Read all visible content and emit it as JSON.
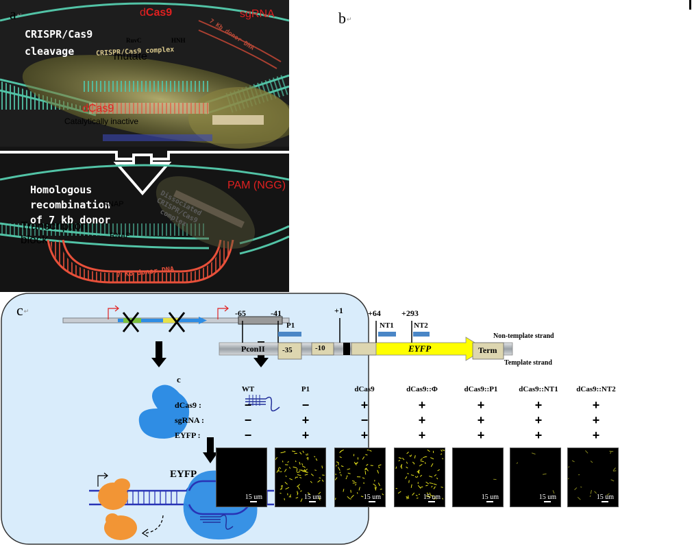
{
  "panels": {
    "a": "a",
    "b": "b",
    "c": "c",
    "c_sub": "c",
    "return_mark": "↵"
  },
  "panel_a": {
    "title_top_1": "CRISPR/Cas9",
    "title_top_2": "cleavage",
    "complex_label": "CRISPR/Cas9 complex",
    "donor_label_top": "7 Kb donor DNA",
    "title_bottom_1": "Homologous",
    "title_bottom_2": "recombination",
    "title_bottom_3": "of 7 kb donor",
    "dissociated_1": "Dissociated",
    "dissociated_2": "CRISPR/Cas9",
    "dissociated_3": "complex",
    "donor_label_bottom": "7 Kb donor DNA"
  },
  "panel_b": {
    "dcas9_top_prefix": "d",
    "dcas9_top_suffix": "Cas9",
    "sgrna_top": "sgRNA",
    "ruvc": "RuvC",
    "hnh": "HNH",
    "mutate": "mutate",
    "dcas9_mid": "dCas9",
    "cat_inactive": "Catalytically inactive",
    "pam": "PAM (NGG)",
    "rnap": "RNAP",
    "transcription_1": "Transcription",
    "transcription_2": "block",
    "colors": {
      "background": "#d9ecfb",
      "protein": "#2f8de4",
      "rnap": "#f29535",
      "dna": "#2833b5",
      "red": "#e02020"
    }
  },
  "panel_c_map": {
    "positions": [
      "-65",
      "-41",
      "+1",
      "+64",
      "+293"
    ],
    "probes": [
      "P1",
      "NT1",
      "NT2"
    ],
    "boxes": {
      "promoter": "PconII",
      "m35": "-35",
      "m10": "-10",
      "gene": "EYFP",
      "term": "Term"
    },
    "non_template": "Non-template strand",
    "template": "Template strand"
  },
  "panel_c_table": {
    "columns": [
      "WT",
      "P1",
      "dCas9",
      "dCas9::Φ",
      "dCas9::P1",
      "dCas9::NT1",
      "dCas9::NT2"
    ],
    "rows": [
      {
        "label": "dCas9 :",
        "values": [
          "−",
          "−",
          "+",
          "+",
          "+",
          "+",
          "+"
        ]
      },
      {
        "label": "sgRNA :",
        "values": [
          "−",
          "+",
          "−",
          "+",
          "+",
          "+",
          "+"
        ]
      },
      {
        "label": "EYFP :",
        "values": [
          "−",
          "+",
          "+",
          "+",
          "+",
          "+",
          "+"
        ]
      }
    ],
    "image_row_label": "EYFP",
    "scale_bar": "15 um",
    "fluorescence_levels": [
      0,
      1,
      0.8,
      1,
      0.02,
      0.05,
      0.25
    ]
  }
}
